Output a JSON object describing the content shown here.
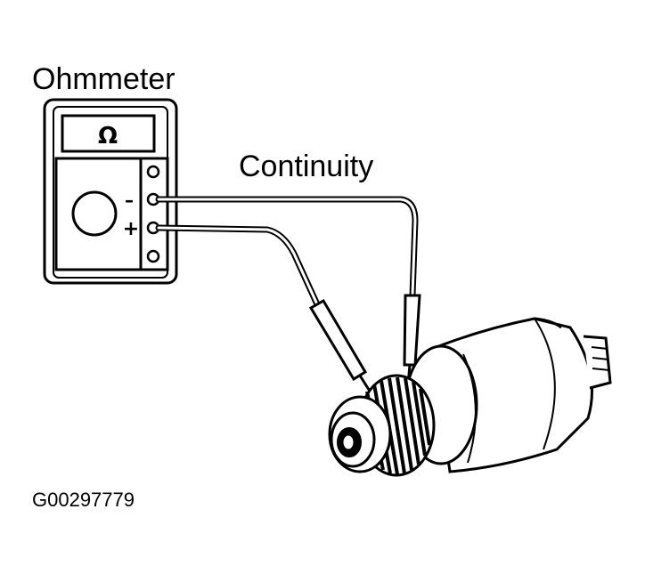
{
  "meter_label": "Ohmmeter",
  "display_symbol": "Ω",
  "terminal_minus": "–",
  "terminal_plus": "+",
  "continuity_label": "Continuity",
  "figure_code": "G00297779"
}
